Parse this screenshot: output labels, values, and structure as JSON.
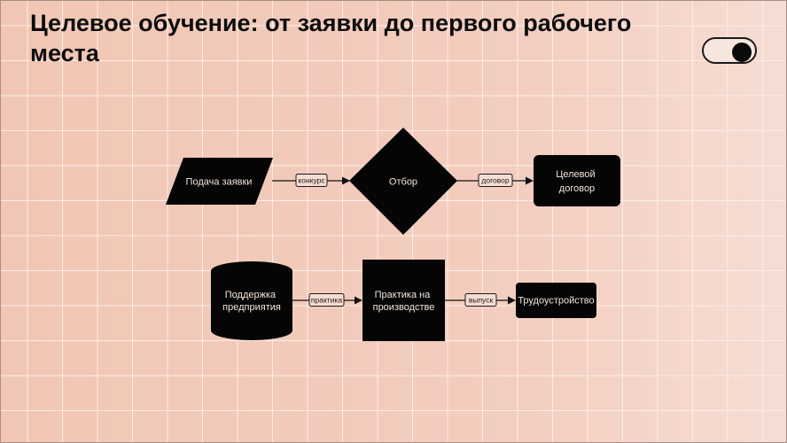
{
  "title": "Целевое обучение: от заявки до первого рабочего места",
  "toggle": {
    "state": "on"
  },
  "colors": {
    "background": "#f2c6b4",
    "grid": "#fbeee8",
    "node_fill": "#050505",
    "node_text": "#f3e4dc",
    "edge": "#111111"
  },
  "nodes": {
    "application": {
      "label": "Подача заявки",
      "shape": "parallelogram"
    },
    "selection": {
      "label": "Отбор",
      "shape": "diamond"
    },
    "contract": {
      "label": "Целевой договор",
      "shape": "rounded-rect"
    },
    "support": {
      "label": "Поддержка предприятия",
      "shape": "cylinder"
    },
    "practice": {
      "label": "Практика на производстве",
      "shape": "rect"
    },
    "employment": {
      "label": "Трудоустройство",
      "shape": "rounded-rect"
    }
  },
  "edges": {
    "competition": {
      "from": "application",
      "to": "selection",
      "label": "конкурс"
    },
    "agreement": {
      "from": "selection",
      "to": "contract",
      "label": "договор"
    },
    "internship": {
      "from": "support",
      "to": "practice",
      "label": "практика"
    },
    "graduation": {
      "from": "practice",
      "to": "employment",
      "label": "выпуск"
    }
  }
}
